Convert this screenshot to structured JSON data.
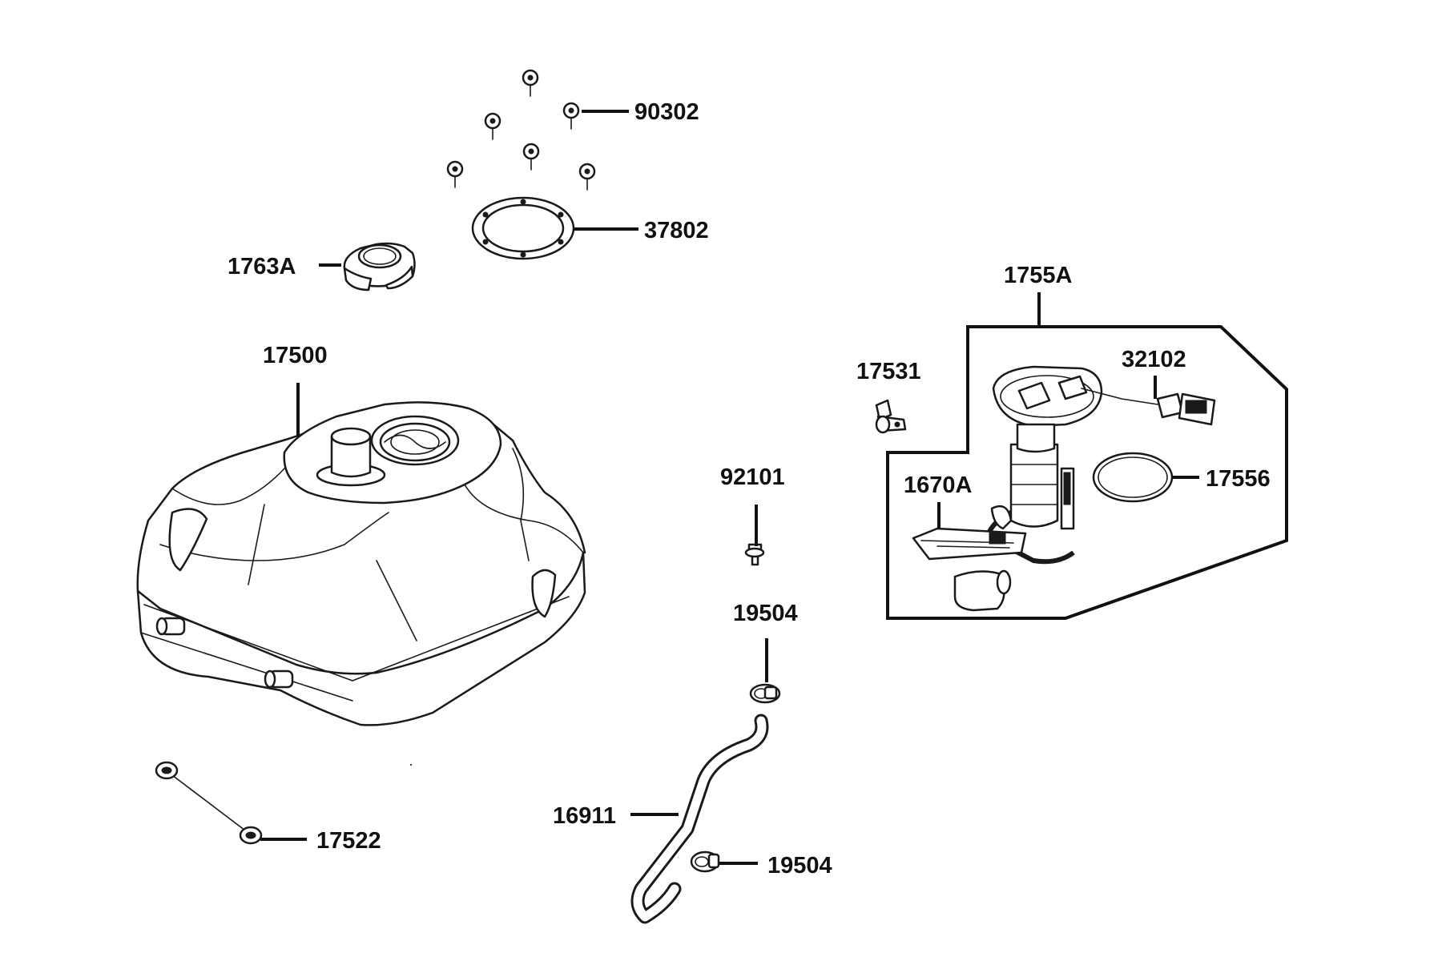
{
  "parts": {
    "screws": "90302",
    "gasket": "37802",
    "fuel_cap": "1763A",
    "fuel_tank": "17500",
    "pump_assembly": "1755A",
    "pump_connector": "32102",
    "pump_clip": "17531",
    "pump_seal_ring": "17556",
    "fuel_level_sender": "1670A",
    "hose_fitting": "92101",
    "hose_clamp_upper": "19504",
    "fuel_hose": "16911",
    "hose_clamp_lower": "19504",
    "drain_grommets": "17522"
  }
}
